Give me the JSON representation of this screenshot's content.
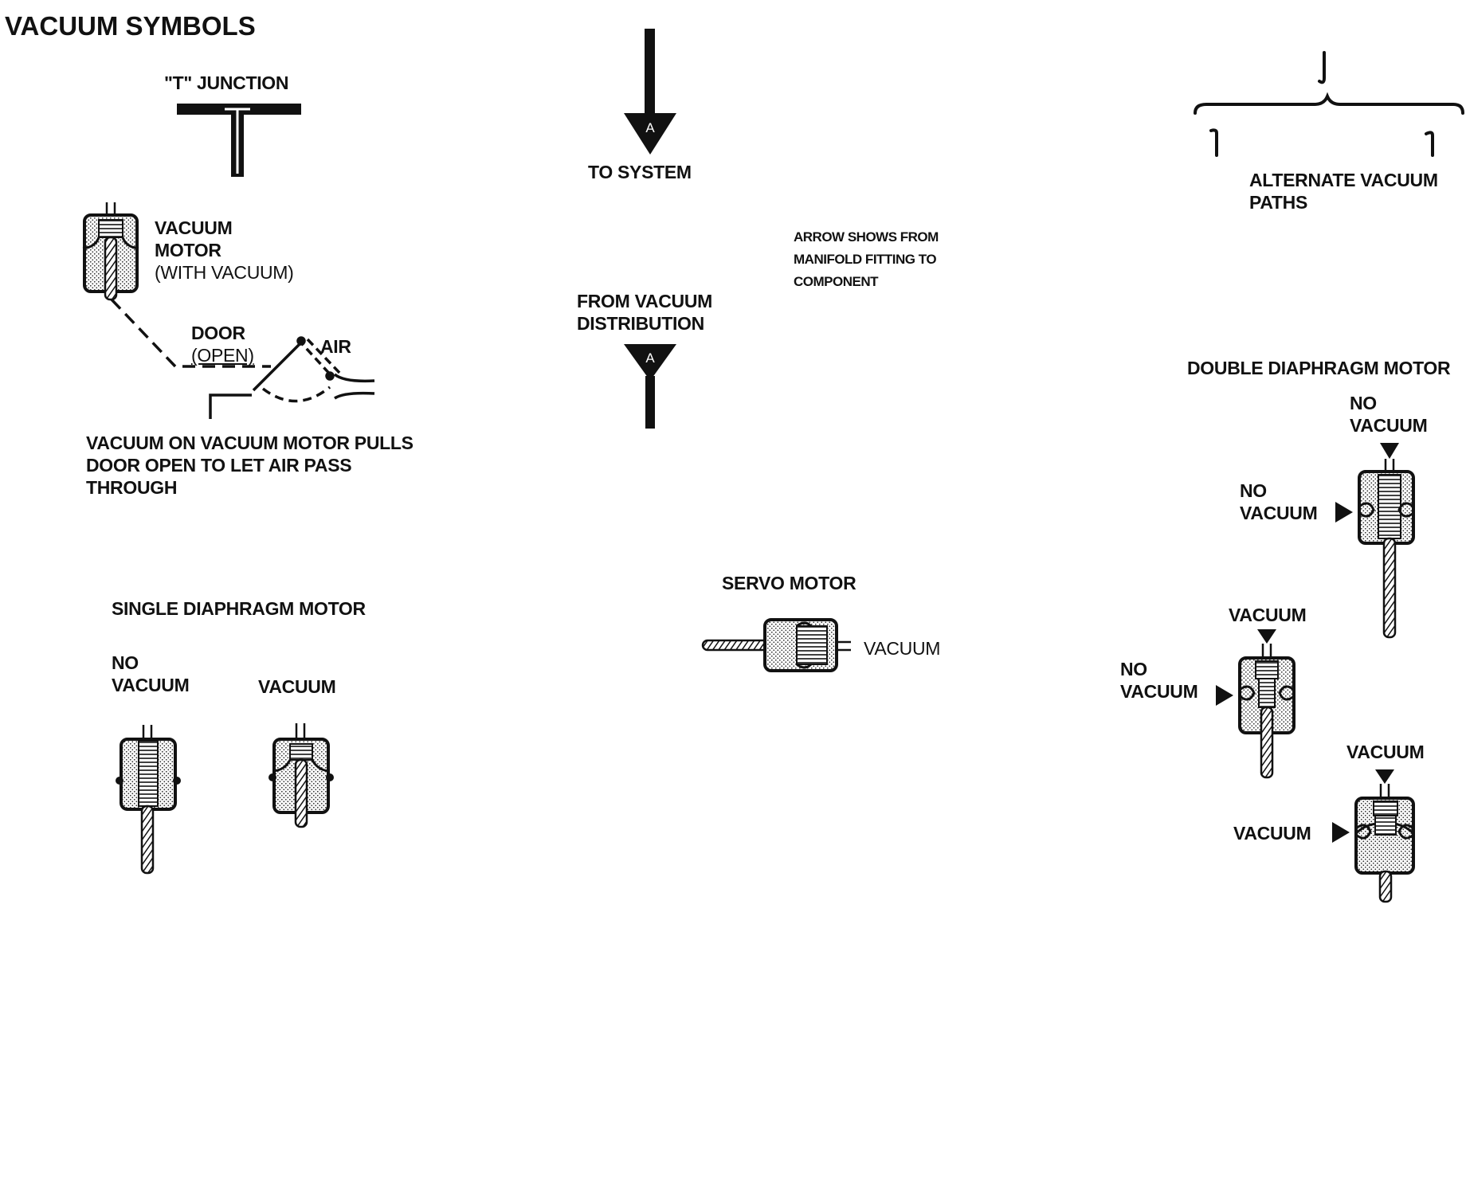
{
  "title": "VACUUM  SYMBOLS",
  "t_junction": {
    "label": "\"T\" JUNCTION"
  },
  "to_system": {
    "label": "TO SYSTEM",
    "marker": "A"
  },
  "from_distribution": {
    "lines": [
      "FROM VACUUM",
      "DISTRIBUTION"
    ],
    "marker": "A"
  },
  "arrow_note": {
    "lines": [
      "ARROW SHOWS FROM",
      "MANIFOLD FITTING TO",
      "COMPONENT"
    ]
  },
  "alternate_paths": {
    "lines": [
      "ALTERNATE VACUUM",
      "PATHS"
    ]
  },
  "vacuum_motor": {
    "label_lines": [
      "VACUUM",
      "MOTOR",
      "(WITH VACUUM)"
    ],
    "door_lines": [
      "DOOR",
      "(OPEN)"
    ],
    "air_label": "AIR",
    "caption_lines": [
      "VACUUM ON  VACUUM MOTOR PULLS",
      "DOOR OPEN TO LET AIR PASS",
      "THROUGH"
    ]
  },
  "single_diaphragm": {
    "title": "SINGLE DIAPHRAGM MOTOR",
    "left_lines": [
      "NO",
      "VACUUM"
    ],
    "right_label": "VACUUM"
  },
  "servo_motor": {
    "title": "SERVO MOTOR",
    "label": "VACUUM"
  },
  "double_diaphragm": {
    "title": "DOUBLE DIAPHRAGM MOTOR",
    "motor1": {
      "top_lines": [
        "NO",
        "VACUUM"
      ],
      "side_lines": [
        "NO",
        "VACUUM"
      ]
    },
    "motor2": {
      "top_label": "VACUUM",
      "side_lines": [
        "NO",
        "VACUUM"
      ]
    },
    "motor3": {
      "top_label": "VACUUM",
      "side_label": "VACUUM"
    }
  },
  "colors": {
    "ink": "#111111",
    "fill": "#d6d6d6",
    "stipple": "#555555",
    "paper": "#ffffff"
  }
}
